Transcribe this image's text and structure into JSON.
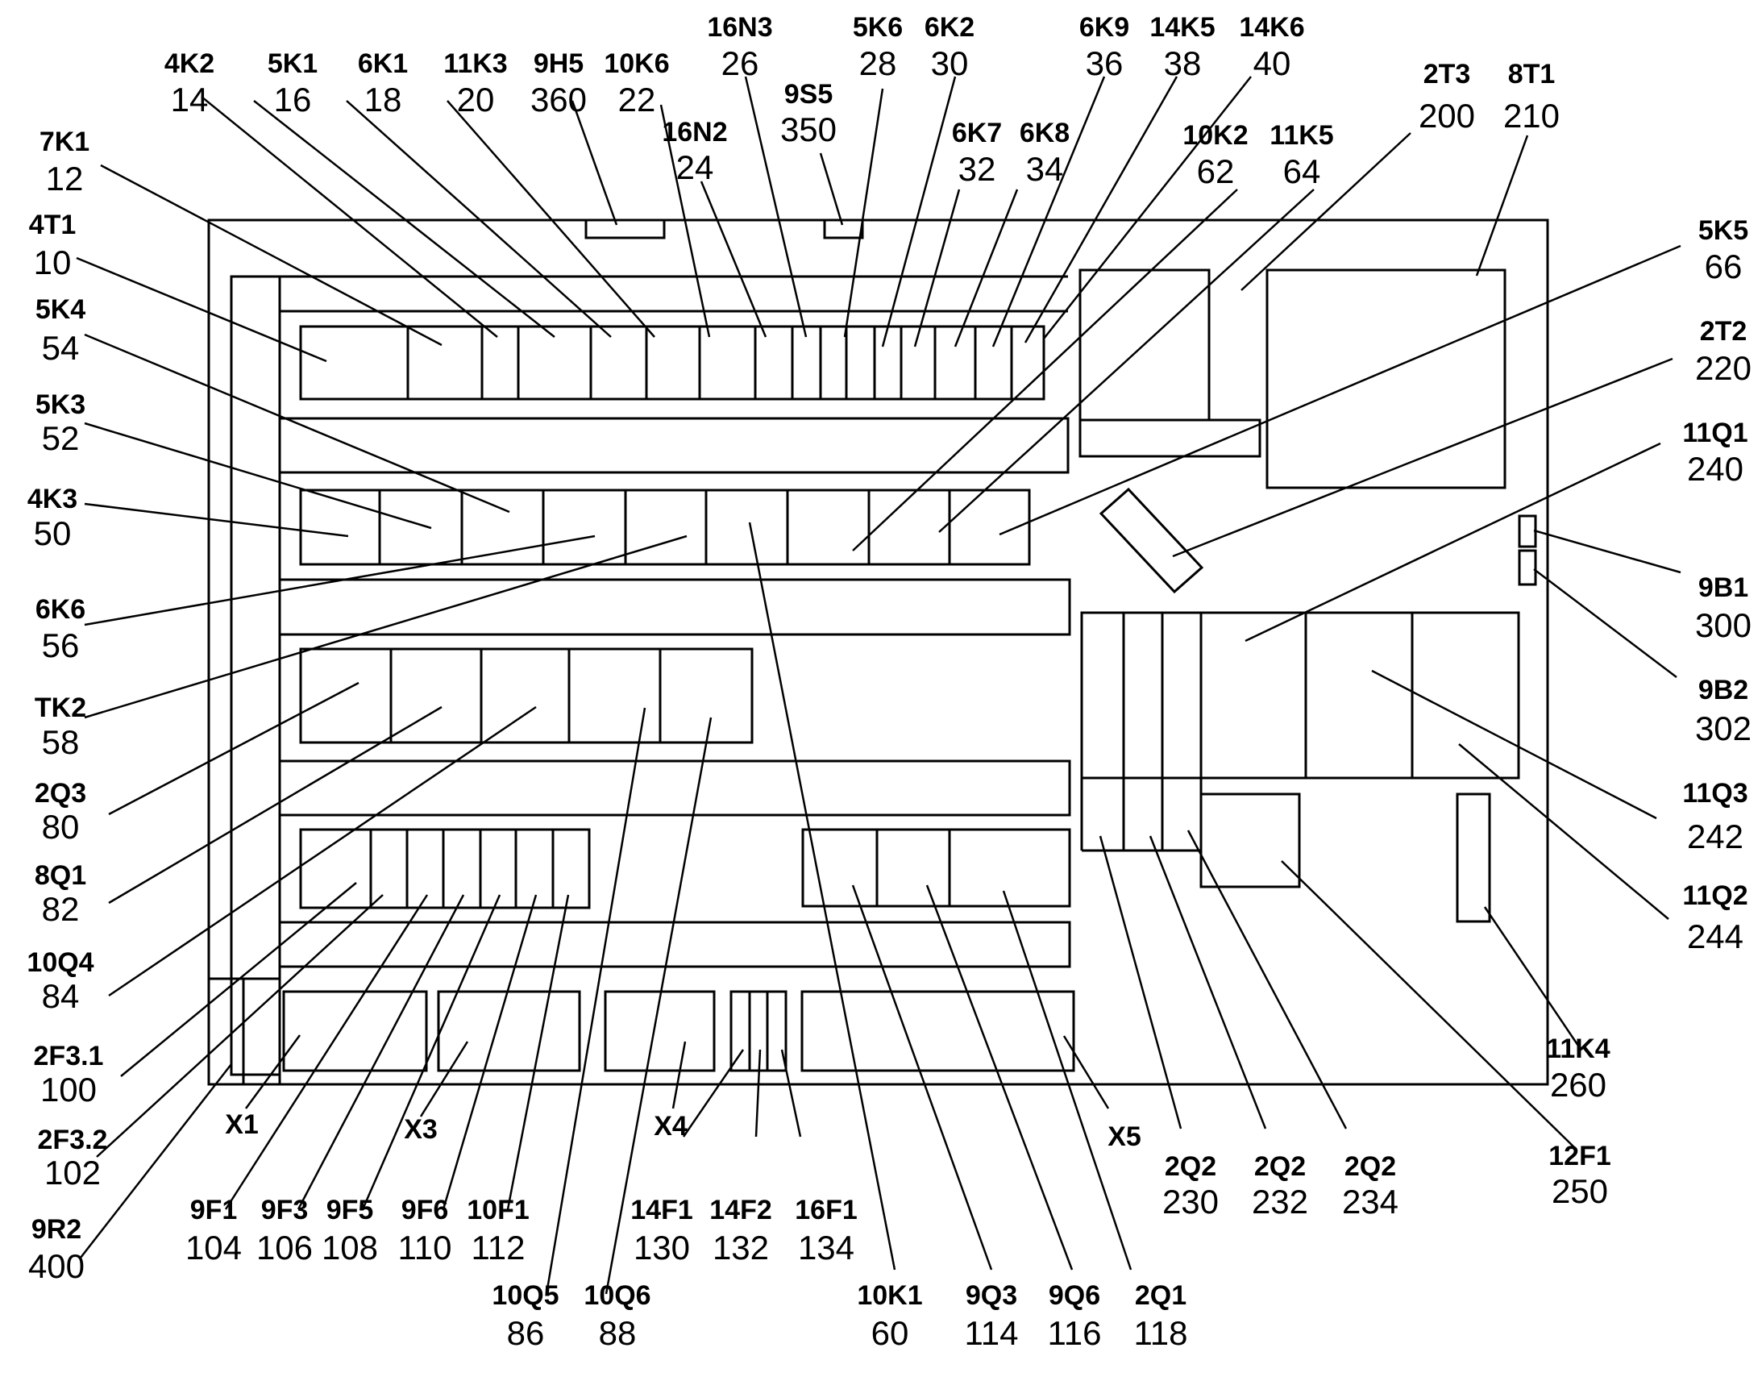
{
  "labels": [
    {
      "code": "4K2",
      "ref": "14"
    },
    {
      "code": "5K1",
      "ref": "16"
    },
    {
      "code": "6K1",
      "ref": "18"
    },
    {
      "code": "11K3",
      "ref": "20"
    },
    {
      "code": "9H5",
      "ref": "360"
    },
    {
      "code": "10K6",
      "ref": "22"
    },
    {
      "code": "16N3",
      "ref": "26"
    },
    {
      "code": "5K6",
      "ref": "28"
    },
    {
      "code": "6K2",
      "ref": "30"
    },
    {
      "code": "9S5",
      "ref": "350"
    },
    {
      "code": "16N2",
      "ref": "24"
    },
    {
      "code": "6K9",
      "ref": "36"
    },
    {
      "code": "14K5",
      "ref": "38"
    },
    {
      "code": "14K6",
      "ref": "40"
    },
    {
      "code": "6K7",
      "ref": "32"
    },
    {
      "code": "6K8",
      "ref": "34"
    },
    {
      "code": "2T3",
      "ref": "200"
    },
    {
      "code": "8T1",
      "ref": "210"
    },
    {
      "code": "10K2",
      "ref": "62"
    },
    {
      "code": "11K5",
      "ref": "64"
    },
    {
      "code": "7K1",
      "ref": "12"
    },
    {
      "code": "4T1",
      "ref": "10"
    },
    {
      "code": "5K5",
      "ref": "66"
    },
    {
      "code": "5K4",
      "ref": "54"
    },
    {
      "code": "2T2",
      "ref": "220"
    },
    {
      "code": "5K3",
      "ref": "52"
    },
    {
      "code": "11Q1",
      "ref": "240"
    },
    {
      "code": "4K3",
      "ref": "50"
    },
    {
      "code": "9B1",
      "ref": "300"
    },
    {
      "code": "6K6",
      "ref": "56"
    },
    {
      "code": "9B2",
      "ref": "302"
    },
    {
      "code": "TK2",
      "ref": "58"
    },
    {
      "code": "2Q3",
      "ref": "80"
    },
    {
      "code": "11Q3",
      "ref": "242"
    },
    {
      "code": "8Q1",
      "ref": "82"
    },
    {
      "code": "11Q2",
      "ref": "244"
    },
    {
      "code": "10Q4",
      "ref": "84"
    },
    {
      "code": "2F3.1",
      "ref": "100"
    },
    {
      "code": "11K4",
      "ref": "260"
    },
    {
      "code": "2F3.2",
      "ref": "102"
    },
    {
      "code": "12F1",
      "ref": "250"
    },
    {
      "code": "9R2",
      "ref": "400"
    },
    {
      "code": "X1",
      "ref": ""
    },
    {
      "code": "X3",
      "ref": ""
    },
    {
      "code": "X4",
      "ref": ""
    },
    {
      "code": "X5",
      "ref": ""
    },
    {
      "code": "2Q2",
      "ref": "230"
    },
    {
      "code": "2Q2",
      "ref": "232"
    },
    {
      "code": "2Q2",
      "ref": "234"
    },
    {
      "code": "9F1",
      "ref": "104"
    },
    {
      "code": "9F3",
      "ref": "106"
    },
    {
      "code": "9F5",
      "ref": "108"
    },
    {
      "code": "9F6",
      "ref": "110"
    },
    {
      "code": "10F1",
      "ref": "112"
    },
    {
      "code": "14F1",
      "ref": "130"
    },
    {
      "code": "14F2",
      "ref": "132"
    },
    {
      "code": "16F1",
      "ref": "134"
    },
    {
      "code": "10Q5",
      "ref": "86"
    },
    {
      "code": "10Q6",
      "ref": "88"
    },
    {
      "code": "10K1",
      "ref": "60"
    },
    {
      "code": "9Q3",
      "ref": "114"
    },
    {
      "code": "9Q6",
      "ref": "116"
    },
    {
      "code": "2Q1",
      "ref": "118"
    }
  ]
}
